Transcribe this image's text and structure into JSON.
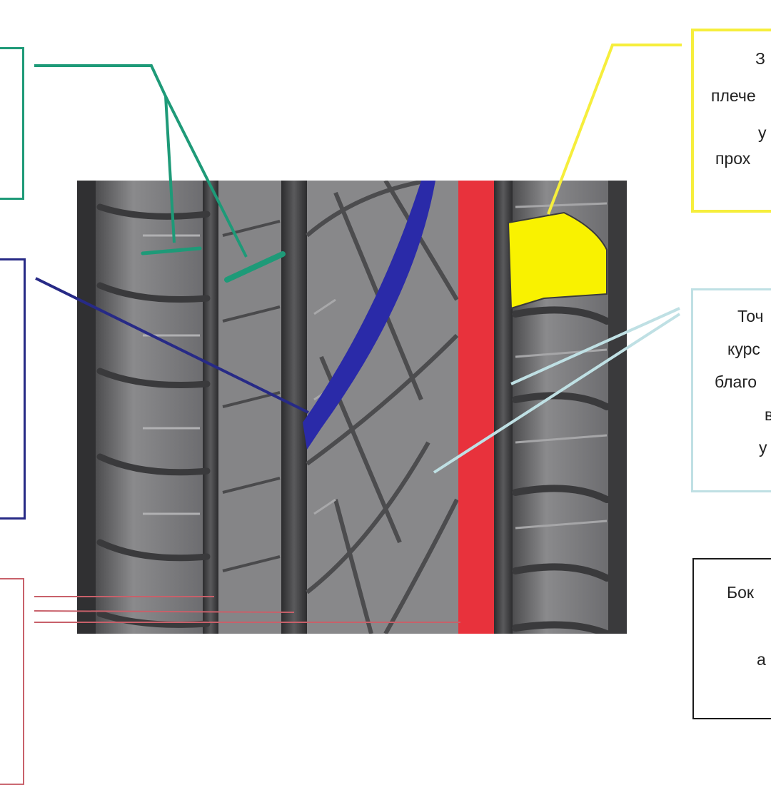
{
  "callouts": {
    "top_right_yellow": {
      "lines": [
        "З",
        "плече",
        "у",
        "прох"
      ],
      "color": "#f6ee3c"
    },
    "mid_right_lightblue": {
      "lines": [
        "Точ",
        "курс",
        "благо",
        "в",
        "у"
      ],
      "color": "#bfe0e4"
    },
    "bottom_right_black": {
      "lines": [
        "Бок",
        "",
        "а"
      ],
      "color": "#1a1a1a"
    },
    "top_left_green": {
      "lines": [
        "",
        "",
        ""
      ],
      "color": "#1e9a78"
    },
    "mid_left_navy": {
      "lines": [
        "",
        "",
        ""
      ],
      "color": "#272a86"
    },
    "bottom_left_red": {
      "lines": [
        "",
        ""
      ],
      "color": "#c8606a"
    }
  },
  "highlights": {
    "shoulder_block": "#f9f200",
    "center_rib": "#e8323c",
    "diagonal_groove": "#2a2aa8",
    "groove_markers": "#1e9a78"
  },
  "tread_color": "#7c7c7e"
}
